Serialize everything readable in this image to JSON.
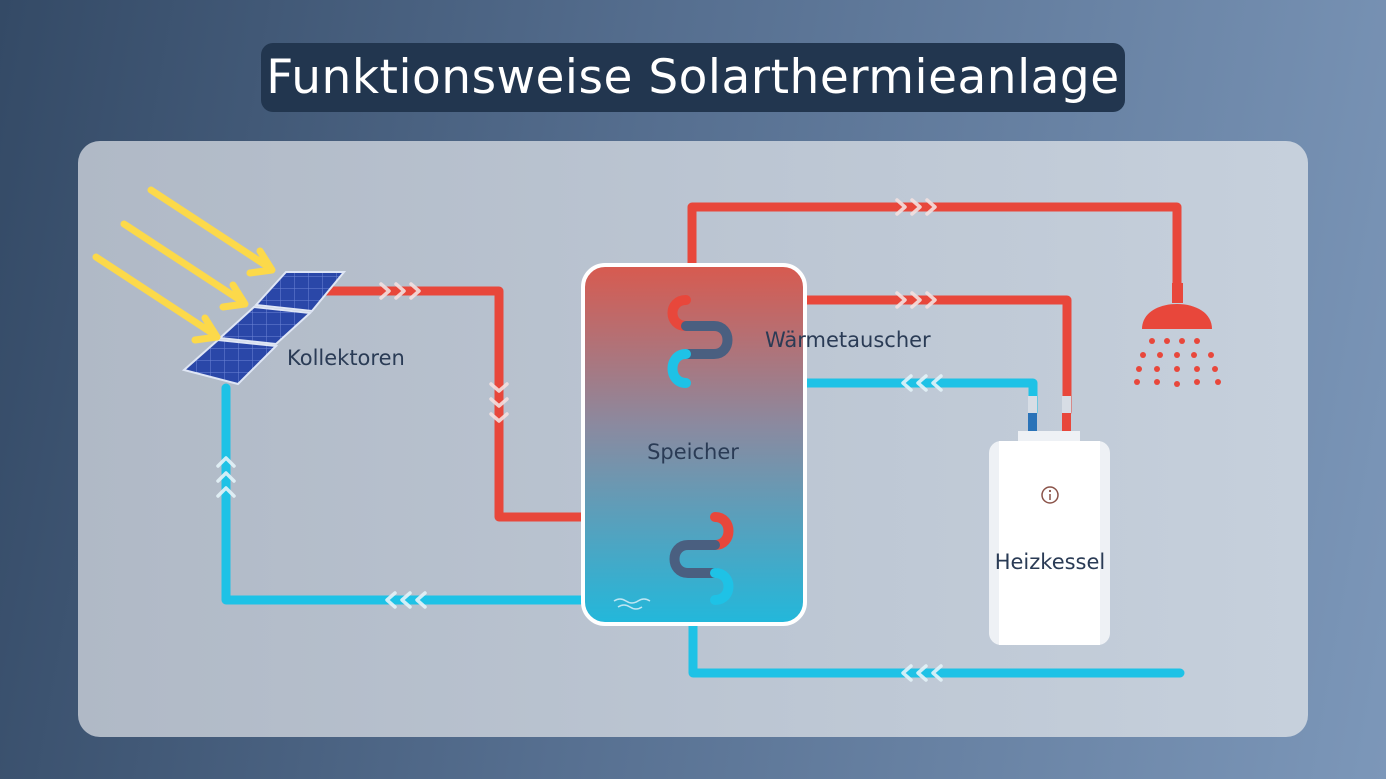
{
  "title": "Funktionsweise Solarthermieanlage",
  "labels": {
    "collectors": "Kollektoren",
    "heat_exchanger": "Wärmetauscher",
    "storage": "Speicher",
    "boiler": "Heizkessel"
  },
  "icons": {
    "boiler_info": "info-icon",
    "shower": "shower-icon",
    "sun_rays": "sun-rays-icon",
    "solar_panel": "solar-panel-icon"
  },
  "colors": {
    "hot_pipe": "#e8473b",
    "cold_pipe": "#1ec2e6",
    "coil": "#4a5f80",
    "sun_ray": "#fcd94a",
    "title_bg": "#22364f"
  }
}
